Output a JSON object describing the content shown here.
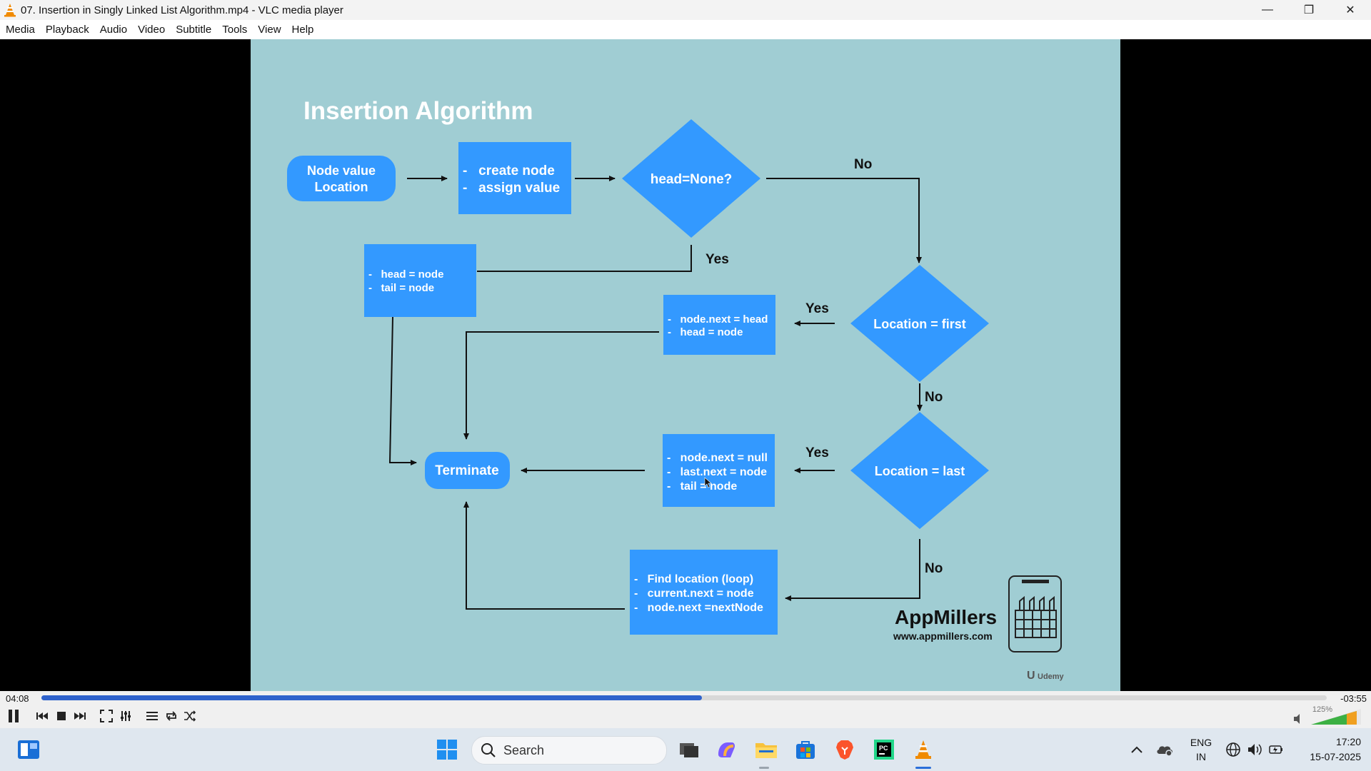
{
  "window": {
    "title": "07. Insertion in Singly Linked List Algorithm.mp4 - VLC media player"
  },
  "menu": [
    "Media",
    "Playback",
    "Audio",
    "Video",
    "Subtitle",
    "Tools",
    "View",
    "Help"
  ],
  "slide": {
    "heading": "Insertion Algorithm",
    "start_line1": "Node value",
    "start_line2": "Location",
    "create_line1": "-   create node",
    "create_line2": "-   assign value",
    "decision_head": "head=None?",
    "label_no_1": "No",
    "label_yes_1": "Yes",
    "box_head_line1": "-   head = node",
    "box_head_line2": "-   tail = node",
    "box_first_line1": "-   node.next = head",
    "box_first_line2": "-   head = node",
    "label_yes_2": "Yes",
    "decision_first": "Location = first",
    "label_no_2": "No",
    "terminate": "Terminate",
    "box_last_line1": "-   node.next = null",
    "box_last_line2": "-   last.next = node",
    "box_last_line3": "-   tail = node",
    "label_yes_3": "Yes",
    "decision_last": "Location = last",
    "label_no_3": "No",
    "box_mid_line1": "-   Find location (loop)",
    "box_mid_line2": "-   current.next = node",
    "box_mid_line3": "-   node.next =nextNode",
    "brand_name": "AppMillers",
    "brand_url": "www.appmillers.com",
    "watermark": "Udemy"
  },
  "player": {
    "elapsed": "04:08",
    "remaining": "-03:55",
    "progress": 0.514,
    "volume_pct": "125%"
  },
  "taskbar": {
    "search_label": "Search",
    "lang_line1": "ENG",
    "lang_line2": "IN",
    "time": "17:20",
    "date": "15-07-2025"
  }
}
